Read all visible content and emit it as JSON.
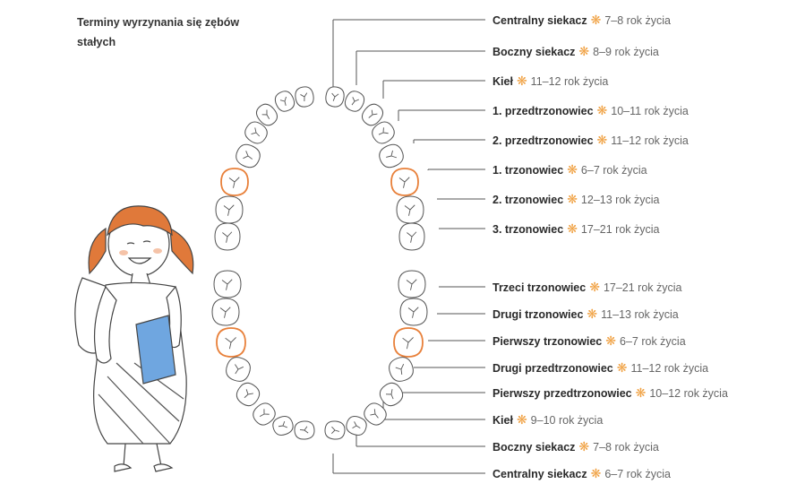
{
  "title": "Terminy wyrzynania się zębów stałych",
  "upper": [
    {
      "name": "Centralny siekacz",
      "age": "7–8 rok życia"
    },
    {
      "name": "Boczny siekacz",
      "age": "8–9 rok życia"
    },
    {
      "name": "Kieł",
      "age": "11–12 rok życia"
    },
    {
      "name": "1. przedtrzonowiec",
      "age": "10–11 rok życia"
    },
    {
      "name": "2. przedtrzonowiec",
      "age": "11–12 rok życia"
    },
    {
      "name": "1. trzonowiec",
      "age": "6–7 rok życia"
    },
    {
      "name": "2. trzonowiec",
      "age": "12–13 rok życia"
    },
    {
      "name": "3. trzonowiec",
      "age": "17–21 rok życia"
    }
  ],
  "lower": [
    {
      "name": "Trzeci trzonowiec",
      "age": "17–21 rok życia"
    },
    {
      "name": "Drugi trzonowiec",
      "age": "11–13 rok życia"
    },
    {
      "name": "Pierwszy trzonowiec",
      "age": "6–7 rok życia"
    },
    {
      "name": "Drugi przedtrzonowiec",
      "age": "11–12 rok życia"
    },
    {
      "name": "Pierwszy przedtrzonowiec",
      "age": "10–12 rok życia"
    },
    {
      "name": "Kieł",
      "age": "9–10 rok życia"
    },
    {
      "name": "Boczny siekacz",
      "age": "7–8 rok życia"
    },
    {
      "name": "Centralny siekacz",
      "age": "6–7 rok życia"
    }
  ],
  "colors": {
    "highlight": "#e8803a",
    "star": "#f0a040",
    "hair": "#e0793a",
    "book": "#6fa6e0"
  }
}
